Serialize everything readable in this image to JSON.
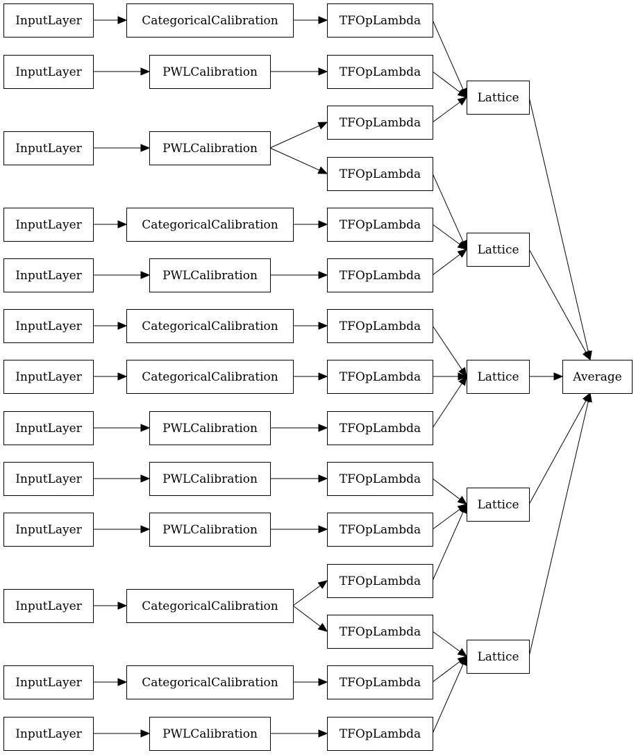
{
  "nodes": {
    "in1": "InputLayer",
    "in2": "InputLayer",
    "in3": "InputLayer",
    "in4": "InputLayer",
    "in5": "InputLayer",
    "in6": "InputLayer",
    "in7": "InputLayer",
    "in8": "InputLayer",
    "in9": "InputLayer",
    "in10": "InputLayer",
    "in11": "InputLayer",
    "in12": "InputLayer",
    "in13": "InputLayer",
    "cal1": "CategoricalCalibration",
    "cal2": "PWLCalibration",
    "cal3": "PWLCalibration",
    "cal4": "CategoricalCalibration",
    "cal5": "PWLCalibration",
    "cal6": "CategoricalCalibration",
    "cal7": "CategoricalCalibration",
    "cal8": "PWLCalibration",
    "cal9": "PWLCalibration",
    "cal10": "PWLCalibration",
    "cal11": "CategoricalCalibration",
    "cal12": "CategoricalCalibration",
    "cal13": "PWLCalibration",
    "tf1": "TFOpLambda",
    "tf2": "TFOpLambda",
    "tf3": "TFOpLambda",
    "tf4": "TFOpLambda",
    "tf5": "TFOpLambda",
    "tf6": "TFOpLambda",
    "tf7": "TFOpLambda",
    "tf8": "TFOpLambda",
    "tf9": "TFOpLambda",
    "tf10": "TFOpLambda",
    "tf11": "TFOpLambda",
    "tf12": "TFOpLambda",
    "tf13": "TFOpLambda",
    "tf14": "TFOpLambda",
    "tf15": "TFOpLambda",
    "lat1": "Lattice",
    "lat2": "Lattice",
    "lat3": "Lattice",
    "lat4": "Lattice",
    "lat5": "Lattice",
    "avg": "Average"
  },
  "edges": [
    [
      "in1",
      "cal1"
    ],
    [
      "in2",
      "cal2"
    ],
    [
      "in3",
      "cal3"
    ],
    [
      "in4",
      "cal4"
    ],
    [
      "in5",
      "cal5"
    ],
    [
      "in6",
      "cal6"
    ],
    [
      "in7",
      "cal7"
    ],
    [
      "in8",
      "cal8"
    ],
    [
      "in9",
      "cal9"
    ],
    [
      "in10",
      "cal10"
    ],
    [
      "in11",
      "cal11"
    ],
    [
      "in12",
      "cal12"
    ],
    [
      "in13",
      "cal13"
    ],
    [
      "cal1",
      "tf1"
    ],
    [
      "cal2",
      "tf2"
    ],
    [
      "cal3",
      "tf3"
    ],
    [
      "cal3",
      "tf4"
    ],
    [
      "cal4",
      "tf5"
    ],
    [
      "cal5",
      "tf6"
    ],
    [
      "cal6",
      "tf7"
    ],
    [
      "cal7",
      "tf8"
    ],
    [
      "cal8",
      "tf9"
    ],
    [
      "cal9",
      "tf10"
    ],
    [
      "cal10",
      "tf11"
    ],
    [
      "cal11",
      "tf12"
    ],
    [
      "cal11",
      "tf13"
    ],
    [
      "cal12",
      "tf14"
    ],
    [
      "cal13",
      "tf15"
    ],
    [
      "tf1",
      "lat1"
    ],
    [
      "tf2",
      "lat1"
    ],
    [
      "tf3",
      "lat1"
    ],
    [
      "tf4",
      "lat2"
    ],
    [
      "tf5",
      "lat2"
    ],
    [
      "tf6",
      "lat2"
    ],
    [
      "tf7",
      "lat3"
    ],
    [
      "tf8",
      "lat3"
    ],
    [
      "tf9",
      "lat3"
    ],
    [
      "tf10",
      "lat4"
    ],
    [
      "tf11",
      "lat4"
    ],
    [
      "tf12",
      "lat4"
    ],
    [
      "tf13",
      "lat5"
    ],
    [
      "tf14",
      "lat5"
    ],
    [
      "tf15",
      "lat5"
    ],
    [
      "lat1",
      "avg"
    ],
    [
      "lat2",
      "avg"
    ],
    [
      "lat3",
      "avg"
    ],
    [
      "lat4",
      "avg"
    ],
    [
      "lat5",
      "avg"
    ]
  ]
}
